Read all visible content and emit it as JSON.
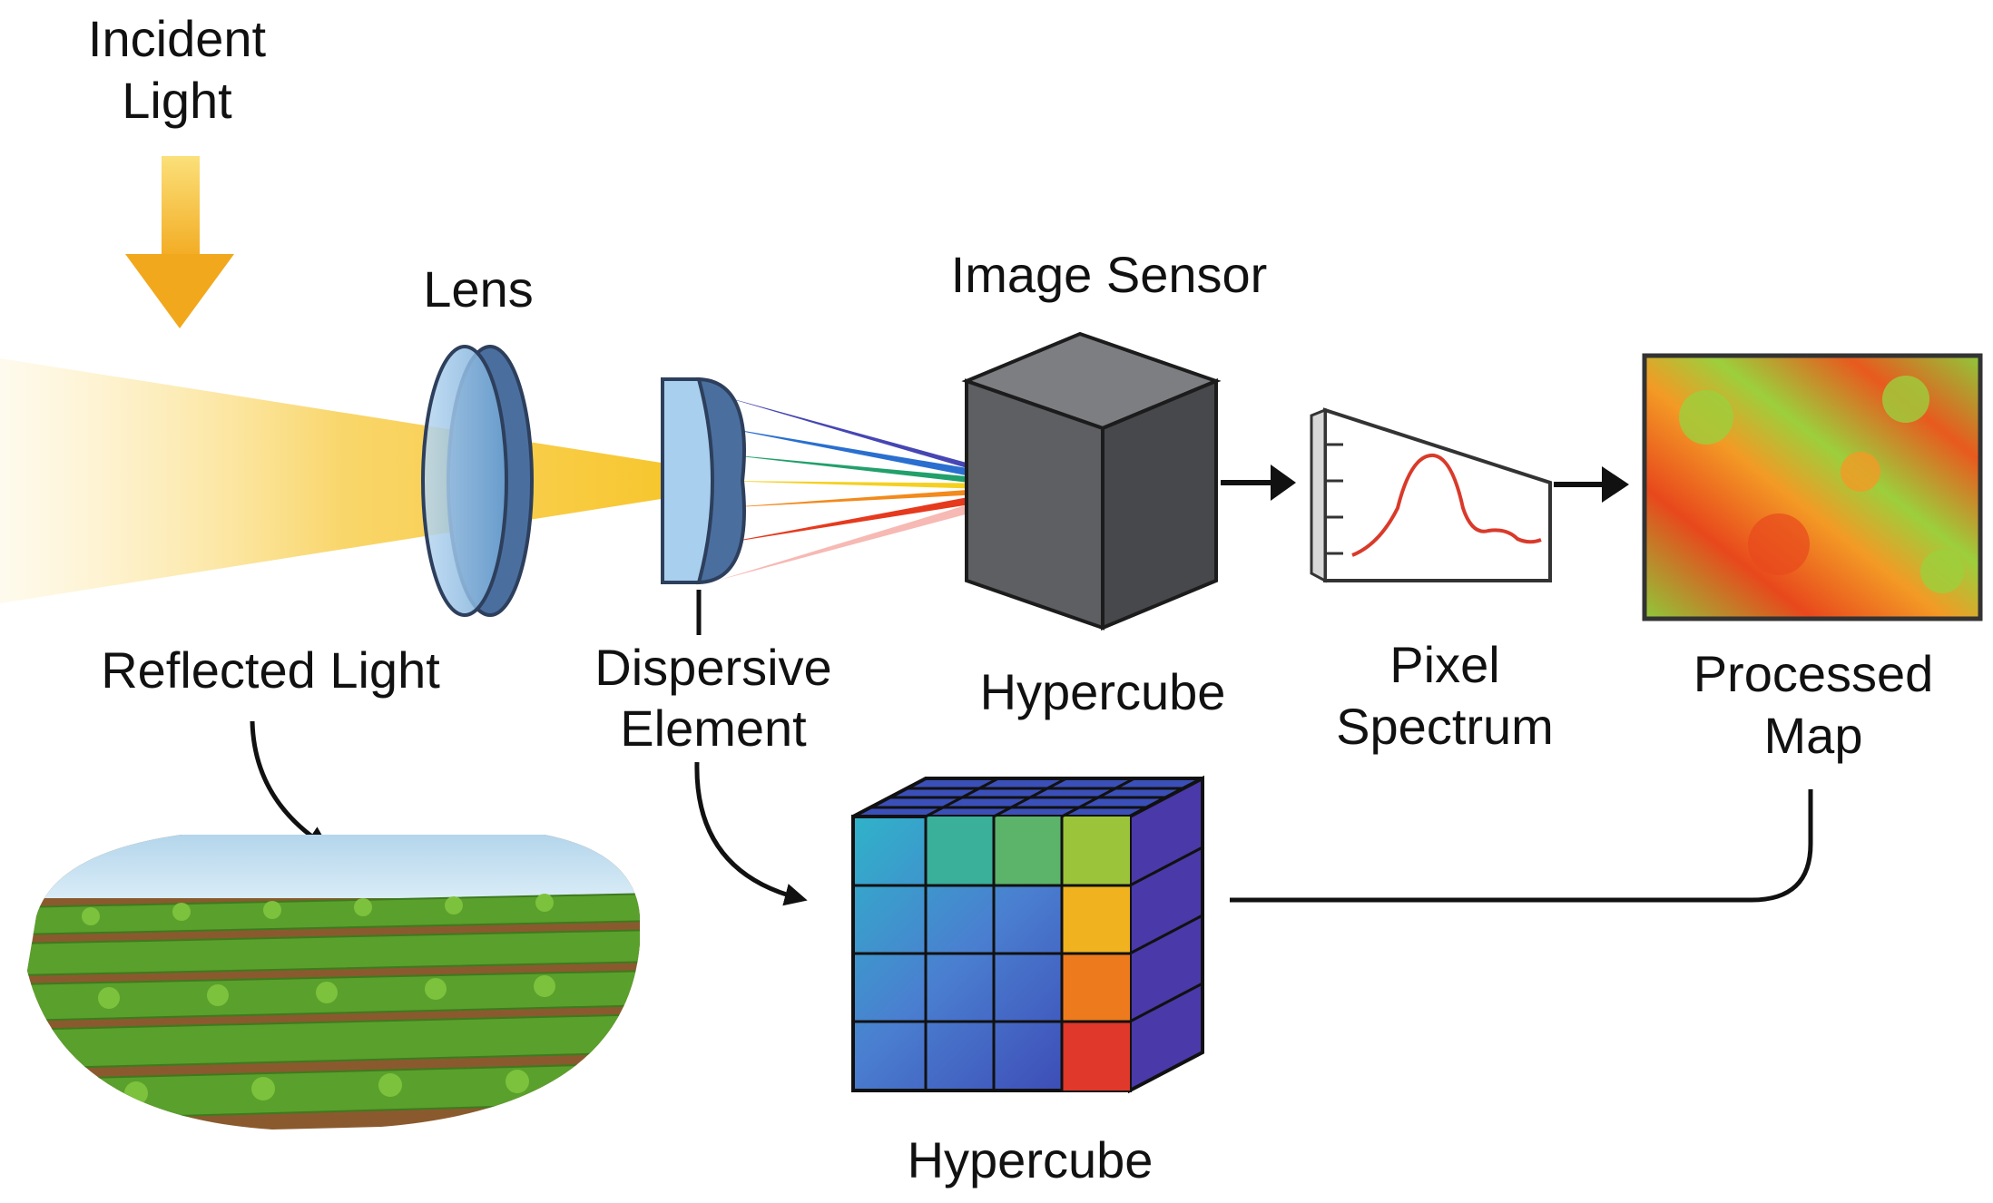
{
  "labels": {
    "incident_light_1": "Incident",
    "incident_light_2": "Light",
    "lens": "Lens",
    "image_sensor": "Image Sensor",
    "reflected_light": "Reflected Light",
    "dispersive_1": "Dispersive",
    "dispersive_2": "Element",
    "hypercube_sensor": "Hypercube",
    "pixel_1": "Pixel",
    "pixel_2": "Spectrum",
    "processed_1": "Processed",
    "processed_2": "Map",
    "hypercube_bottom": "Hypercube"
  },
  "icons": [
    "incident-light-arrow-icon",
    "light-beam",
    "lens-icon",
    "dispersive-element-icon",
    "spectrum-fan",
    "image-sensor-cube-icon",
    "pixel-spectrum-chart-icon",
    "processed-map-icon",
    "crop-field-image",
    "hypercube-icon"
  ],
  "colors": {
    "light_yellow": "#f7c52a",
    "lens_blue": "#7fb3e0",
    "sensor_gray": "#5d5f63",
    "spectrum_curve": "#d93a2a",
    "map_red": "#e8481c",
    "map_green": "#8fc93a",
    "field_green": "#5aa02c"
  }
}
